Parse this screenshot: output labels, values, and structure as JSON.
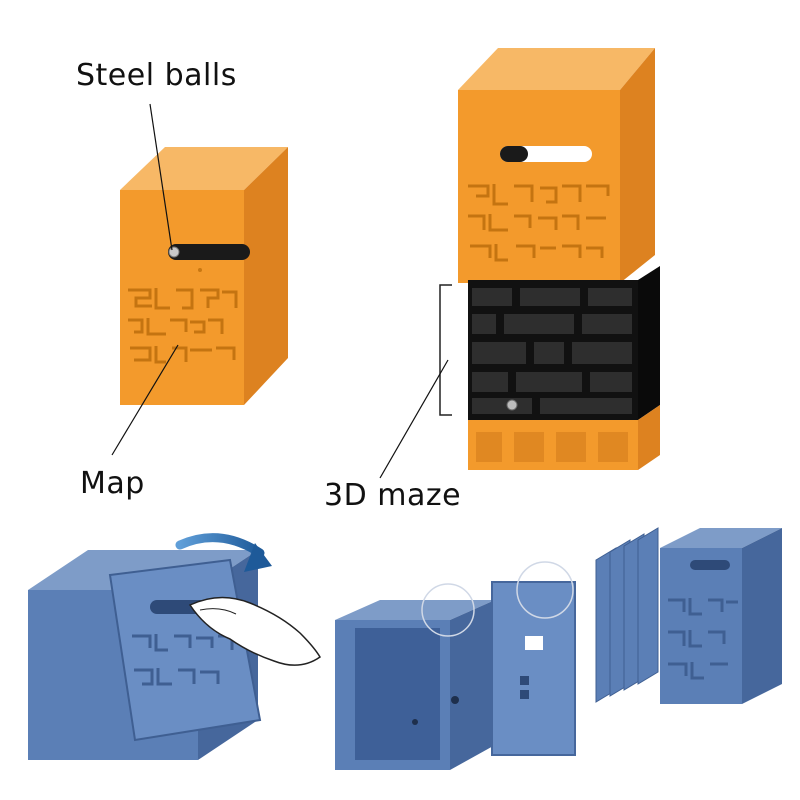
{
  "labels": {
    "steel_balls": "Steel balls",
    "map": "Map",
    "maze_3d": "3D maze"
  },
  "colors": {
    "orange_front": "#f39a2c",
    "orange_top": "#f7b866",
    "orange_side": "#dd8220",
    "black_maze": "#1a1a1a",
    "blue_front": "#5b7fb6",
    "blue_top": "#7e9cc8",
    "blue_side": "#46679c",
    "arrow_blue": "#2f6fb0"
  }
}
